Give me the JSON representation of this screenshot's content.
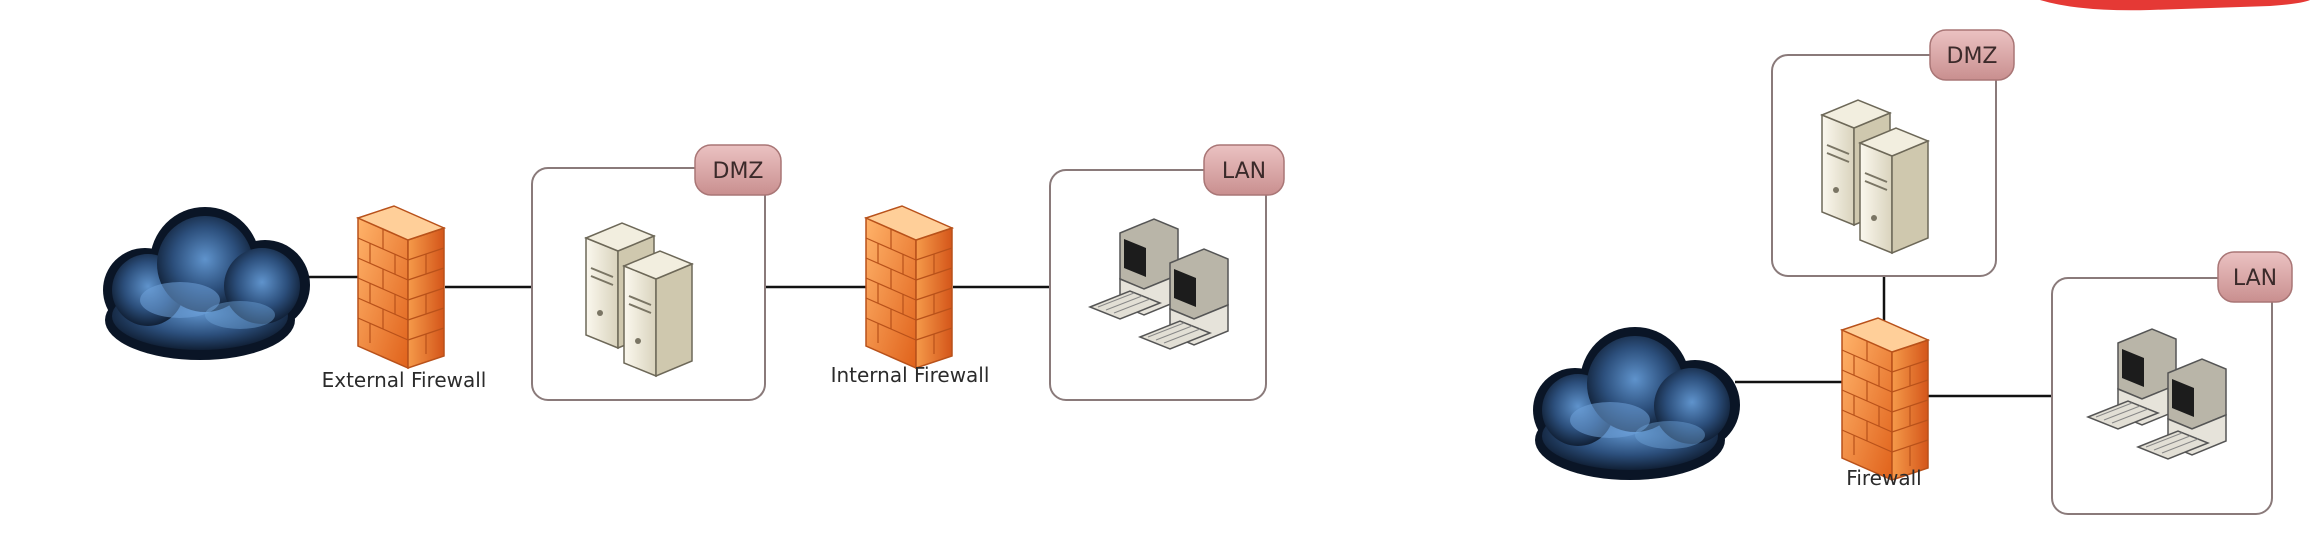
{
  "left_diagram": {
    "external_firewall_label": "External Firewall",
    "internal_firewall_label": "Internal Firewall",
    "dmz_tag": "DMZ",
    "lan_tag": "LAN"
  },
  "right_diagram": {
    "firewall_label": "Firewall",
    "dmz_tag": "DMZ",
    "lan_tag": "LAN"
  },
  "colors": {
    "cloud_dark": "#0d1a2c",
    "cloud_light": "#5a8fc8",
    "firewall_orange": "#f07a2a",
    "tag_fill": "#d9a3a3",
    "zone_border": "#8a7a7a",
    "top_right_accent": "#e53935"
  }
}
